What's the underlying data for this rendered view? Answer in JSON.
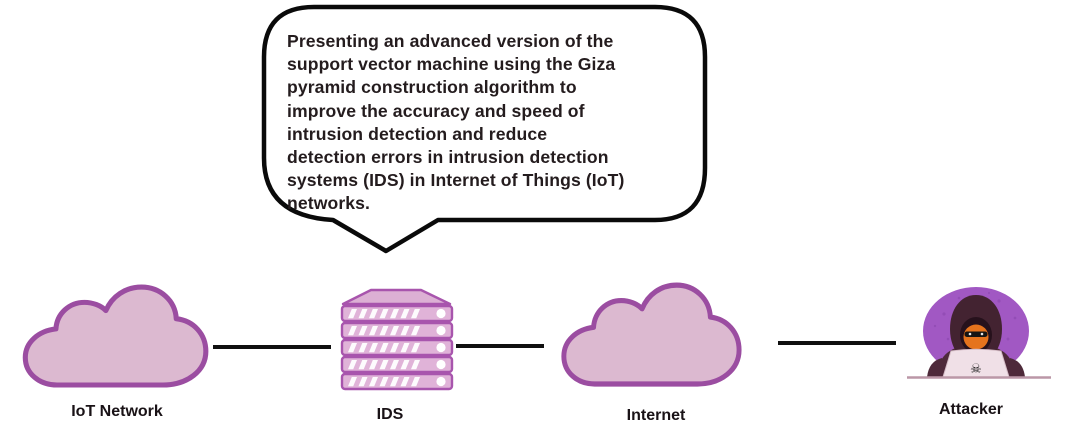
{
  "callout": {
    "text": "Presenting an advanced version of the\nsupport vector machine using the Giza\npyramid construction algorithm to\nimprove the accuracy and speed of\nintrusion detection and reduce\ndetection errors in intrusion detection\nsystems (IDS) in Internet of Things (IoT)\nnetworks."
  },
  "nodes": {
    "iot": {
      "label": "IoT Network",
      "icon": "cloud-icon"
    },
    "ids": {
      "label": "IDS",
      "icon": "server-stack-icon"
    },
    "internet": {
      "label": "Internet",
      "icon": "cloud-icon"
    },
    "attacker": {
      "label": "Attacker",
      "icon": "hacker-icon"
    }
  },
  "icons": {
    "skull_glyph": "☠"
  },
  "colors": {
    "cloud_fill": "#dcb9d0",
    "cloud_stroke": "#9b4da1",
    "server_fill": "#e0b3d8",
    "server_stroke": "#a855ad",
    "connector": "#101010",
    "bubble_stroke": "#0a0a0a",
    "attacker_circle": "#a158c3",
    "hood": "#432331",
    "face": "#e5731d",
    "laptop": "#f0e0e7",
    "label_text": "#191216",
    "callout_text": "#241c1e"
  }
}
